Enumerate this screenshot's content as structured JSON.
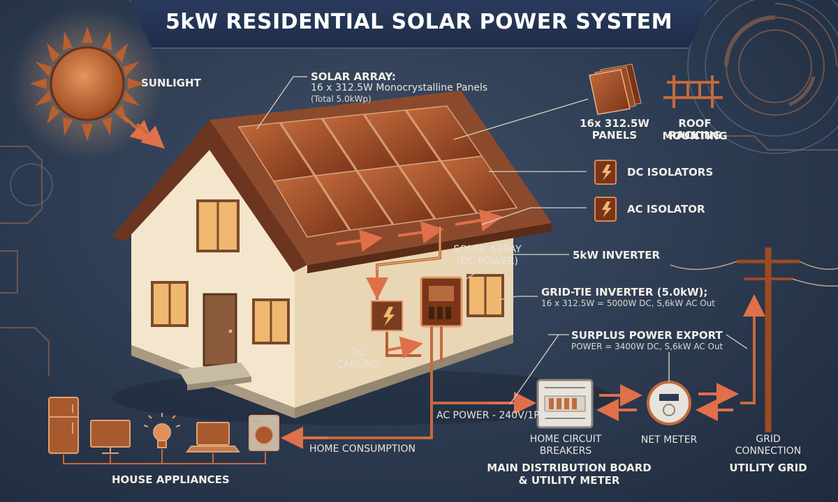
{
  "title": "5kW RESIDENTIAL SOLAR POWER SYSTEM",
  "labels": {
    "sunlight": "SUNLIGHT",
    "solar_array_title": "SOLAR ARRAY:",
    "solar_array_line1": "16 x 312.5W Monocrystalline Panels",
    "solar_array_line2": "(Total 5.0kWp)",
    "panels_line1": "16x 312.5W",
    "panels_line2": "PANELS",
    "racking_line1": "ROOF MOUNTING",
    "racking_line2": "RACKING",
    "dc_isolators": "DC ISOLATORS",
    "ac_isolator": "AC ISOLATOR",
    "inverter": "5kW INVERTER",
    "array_dc_line1": "SOLAR ARRAY",
    "array_dc_line2": "(DC POWER)",
    "grid_tie_title": "GRID-TIE INVERTER (5.0kW);",
    "grid_tie_sub": "16 x 312.5W = 5000W DC, S,6kW AC Out",
    "surplus_title": "SURPLUS POWER EXPORT",
    "surplus_sub": "POWER = 3400W DC, S,6kW AC Out",
    "dc_cabling_line1": "DC",
    "dc_cabling_line2": "CABLING",
    "ac_power": "AC POWER - 240V/1PH",
    "home_consumption": "HOME CONSUMPTION",
    "breakers_line1": "HOME CIRCUIT",
    "breakers_line2": "BREAKERS",
    "net_meter": "NET METER",
    "grid_conn_line1": "GRID",
    "grid_conn_line2": "CONNECTION",
    "mdb_line1": "MAIN DISTRIBUTION BOARD",
    "mdb_line2": "& UTILITY METER",
    "utility_grid": "UTILITY GRID",
    "house_appliances": "HOUSE APPLIANCES"
  },
  "colors": {
    "copper": "#b8602f",
    "copper_light": "#d9804a",
    "arrow": "#e0704a",
    "roof": "#8c4a2c",
    "wall": "#f3e6cc",
    "navy": "#1e2c47"
  },
  "icons": [
    "sun-icon",
    "solar-panel-stack-icon",
    "racking-icon",
    "dc-isolator-icon",
    "ac-isolator-icon",
    "inverter-icon",
    "breaker-panel-icon",
    "net-meter-icon",
    "utility-pole-icon",
    "fridge-icon",
    "tv-icon",
    "light-bulb-icon",
    "laptop-icon",
    "washing-machine-icon"
  ]
}
